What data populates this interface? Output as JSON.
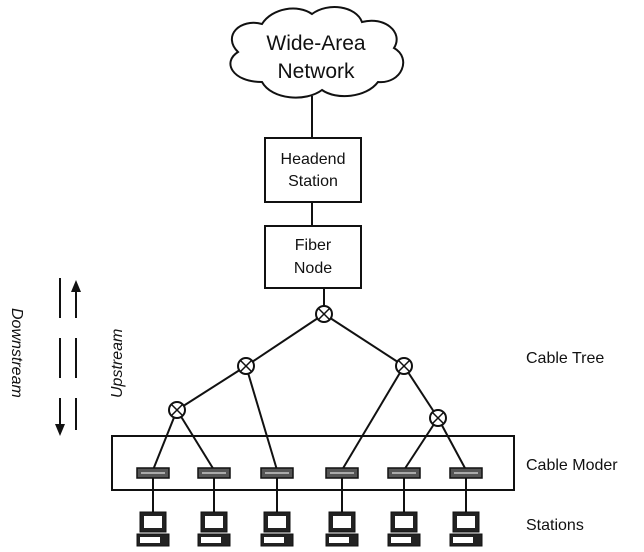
{
  "cloud": {
    "line1": "Wide-Area",
    "line2": "Network"
  },
  "headend": {
    "line1": "Headend",
    "line2": "Station"
  },
  "fiber": {
    "line1": "Fiber",
    "line2": "Node"
  },
  "direction": {
    "downstream": "Downstream",
    "upstream": "Upstream"
  },
  "side_labels": {
    "cable_tree": "Cable Tree",
    "cable_modems": "Cable Moder",
    "stations": "Stations"
  },
  "modem_count": 6,
  "station_count": 6,
  "colors": {
    "stroke": "#111111",
    "background": "#ffffff",
    "modem_fill": "#555555"
  }
}
